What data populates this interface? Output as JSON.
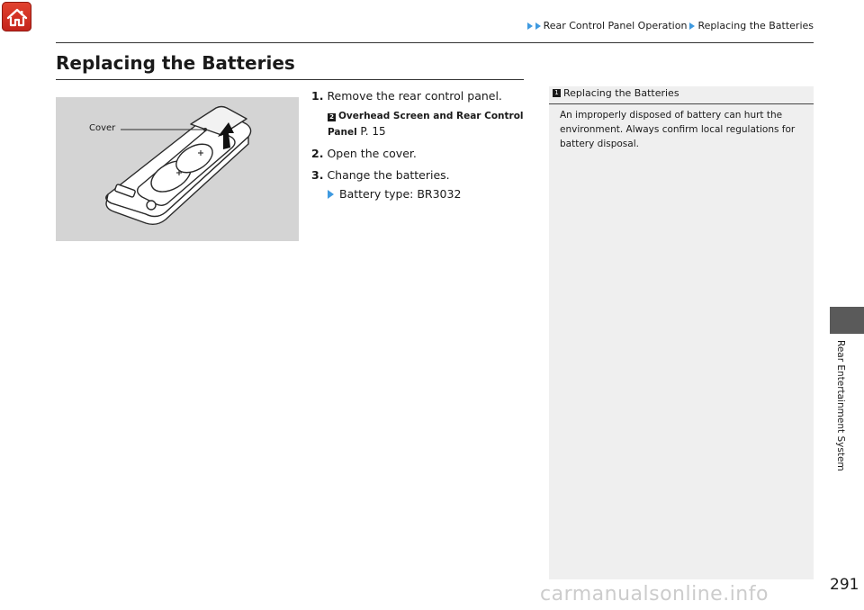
{
  "breadcrumb": {
    "items": [
      "Rear Control Panel Operation",
      "Replacing the Batteries"
    ]
  },
  "page": {
    "title": "Replacing the Batteries",
    "number": "291",
    "side_label": "Rear Entertainment System"
  },
  "figure": {
    "label": "Cover"
  },
  "steps": [
    {
      "num": "1.",
      "text": "Remove the rear control panel."
    },
    {
      "num": "2.",
      "text": "Open the cover."
    },
    {
      "num": "3.",
      "text": "Change the batteries."
    }
  ],
  "reference": {
    "text": "Overhead Screen and Rear Control Panel",
    "page": "P. 15"
  },
  "sub_step": {
    "text": "Battery type: BR3032"
  },
  "note": {
    "heading": "Replacing the Batteries",
    "body": "An improperly disposed of battery can hurt the environment. Always confirm local regulations for battery disposal."
  },
  "watermark": "carmanualsonline.info",
  "colors": {
    "home_button": "#d1321f",
    "arrow_accent": "#3f9ae0",
    "side_tab": "#5a5a5a",
    "note_bg": "#efefef",
    "figure_bg": "#d4d4d4"
  }
}
